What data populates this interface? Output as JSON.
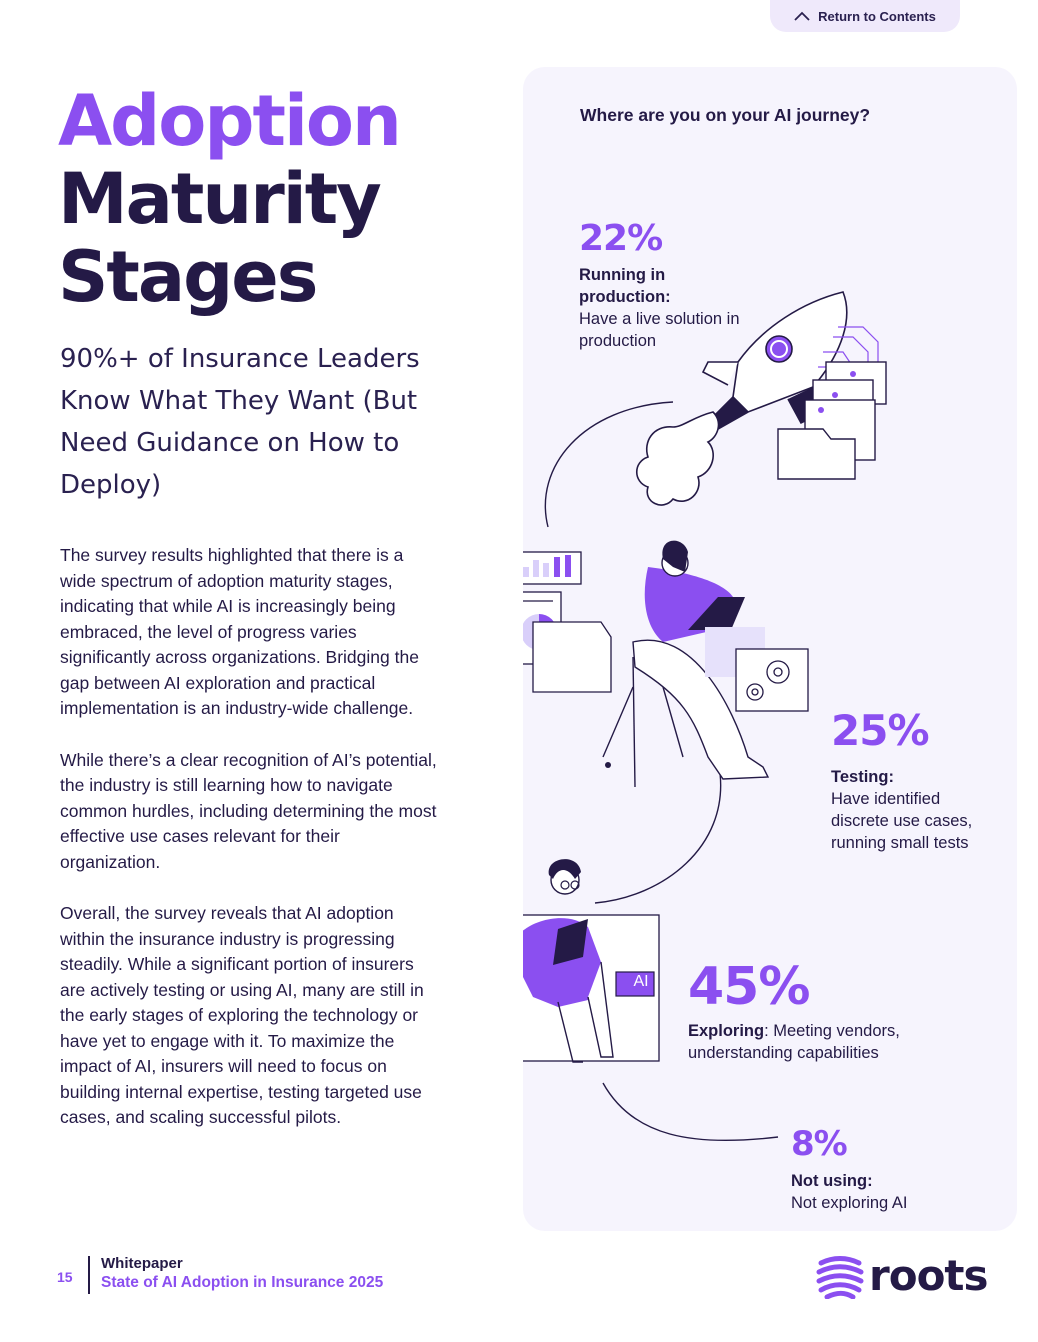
{
  "nav": {
    "return_label": "Return to Contents",
    "icon": "chevron-up-icon"
  },
  "title": {
    "line1": "Adoption",
    "line2": "Maturity",
    "line3": "Stages"
  },
  "subtitle": "90%+ of Insurance Leaders Know What They Want (But Need Guidance on How to Deploy)",
  "body": {
    "p1": "The survey results highlighted that there is a wide spectrum of adoption maturity stages, indicating that while AI is increasingly being embraced, the level of progress varies significantly across organizations. Bridging the gap between AI exploration and practical implementation is an industry-wide challenge.",
    "p2": "While there’s a clear recognition of AI’s potential, the industry is still learning how to navigate common hurdles, including determining the most effective use cases relevant for their organization.",
    "p3": "Overall, the survey reveals that AI adoption within the insurance industry is progressing steadily. While a significant portion of insurers are actively testing or using AI, many are still in the early stages of exploring the technology or have yet to engage with it. To maximize the impact of AI, insurers will need to focus on building internal expertise, testing targeted use cases, and scaling successful pilots."
  },
  "panel": {
    "question": "Where are you on your AI journey?",
    "stages": [
      {
        "percent": "22%",
        "label": "Running in production:",
        "desc": "Have a live solution in production"
      },
      {
        "percent": "25%",
        "label": "Testing:",
        "desc": "Have identified discrete use cases, running small tests"
      },
      {
        "percent": "45%",
        "label": "Exploring",
        "desc": ": Meeting vendors, understanding capabilities"
      },
      {
        "percent": "8%",
        "label": "Not using:",
        "desc": "Not exploring AI"
      }
    ],
    "ai_badge": "AI"
  },
  "chart_data": {
    "type": "table",
    "title": "Where are you on your AI journey?",
    "categories": [
      "Running in production",
      "Testing",
      "Exploring",
      "Not using"
    ],
    "values": [
      22,
      25,
      45,
      8
    ],
    "unit": "%"
  },
  "footer": {
    "page_number": "15",
    "doc_type": "Whitepaper",
    "doc_title": "State of AI Adoption in Insurance 2025",
    "logo_text": "roots"
  },
  "colors": {
    "accent": "#8b4ff0",
    "dark": "#241a46",
    "panel_bg": "#f6f4fd"
  }
}
